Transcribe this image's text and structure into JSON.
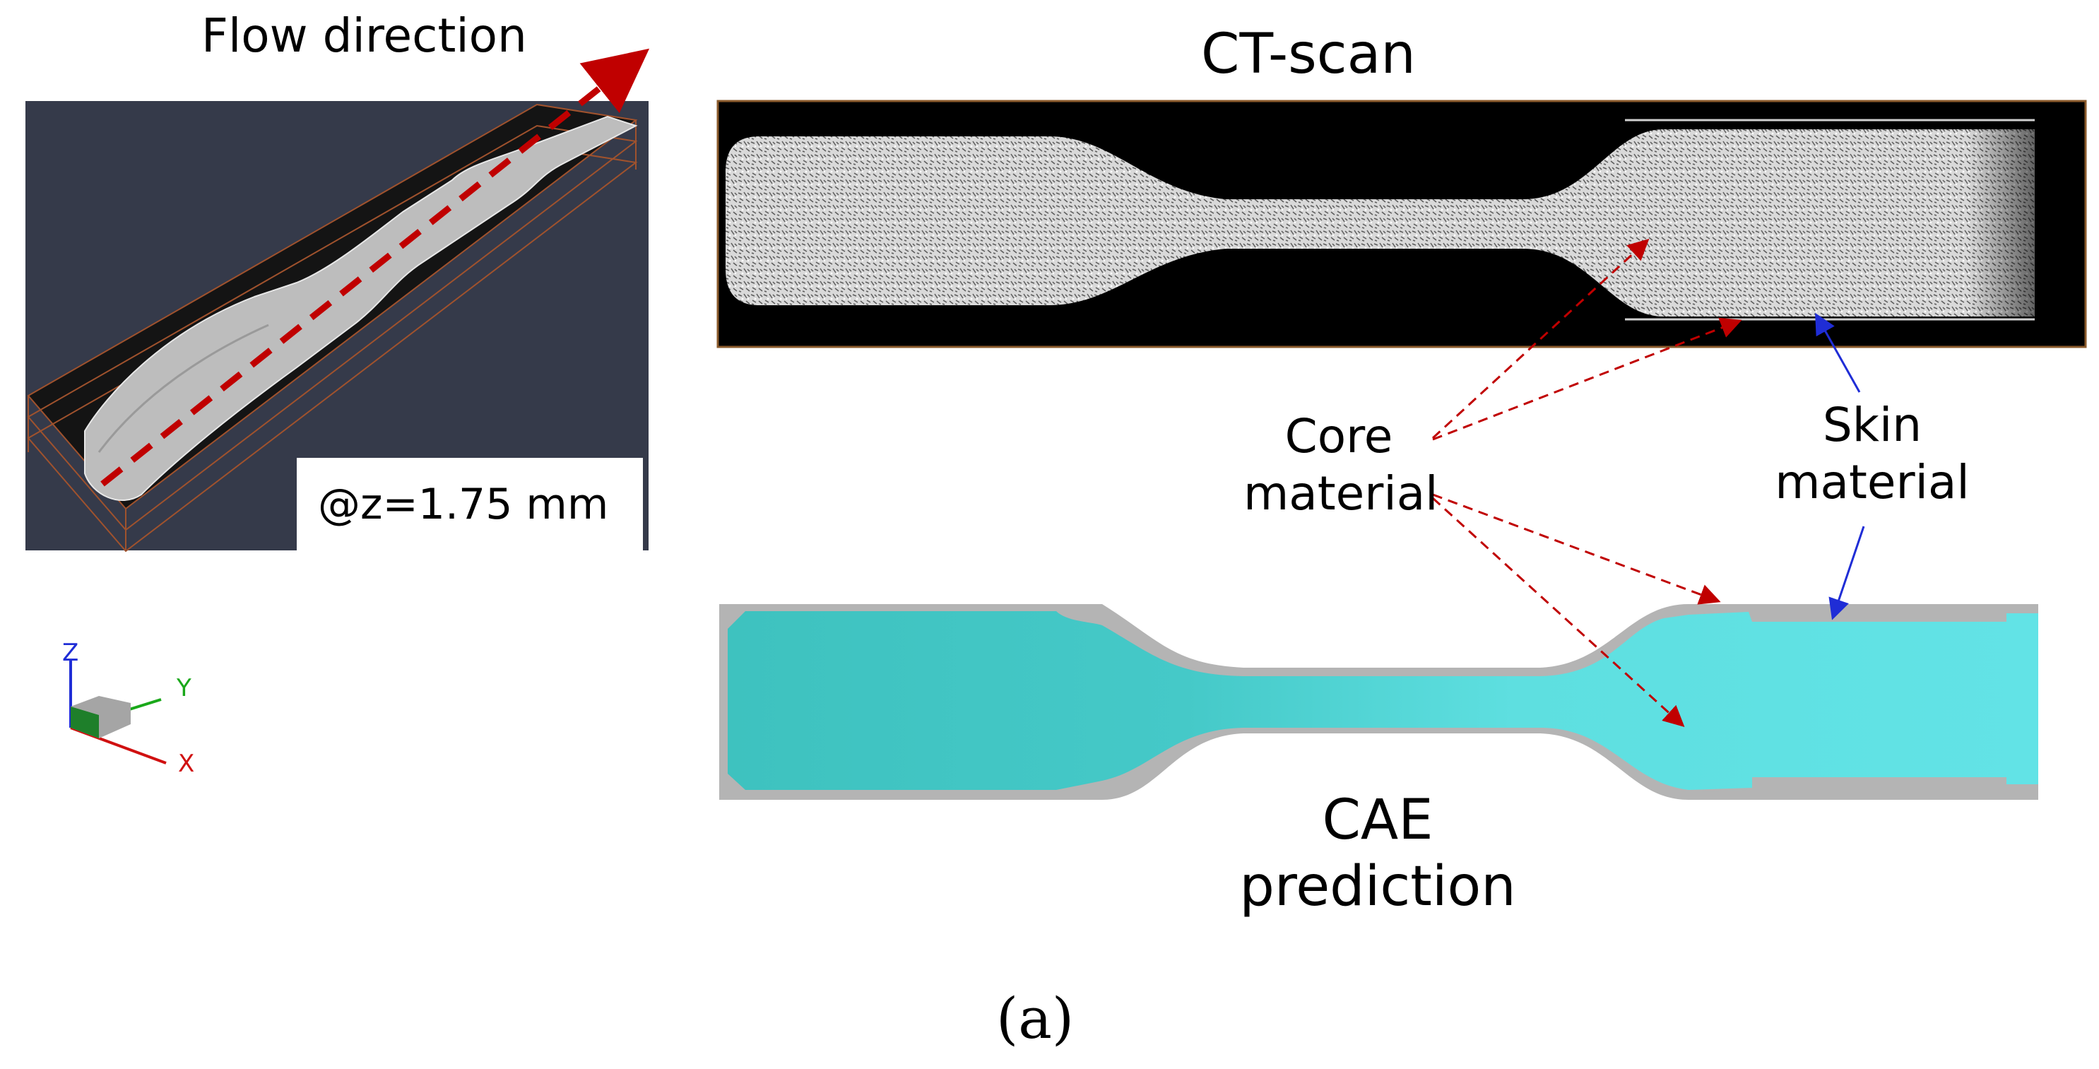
{
  "figure": {
    "flow_direction_label": "Flow direction",
    "z_value_label": "@z=1.75 mm",
    "ct_scan_title": "CT-scan",
    "core_material_label": "Core material",
    "skin_material_label": "Skin material",
    "cae_title": "CAE prediction",
    "caption": "(a)"
  },
  "axes_triad": {
    "z": "Z",
    "y": "Y",
    "x": "X"
  },
  "colors": {
    "ct_background": "#000000",
    "render_background": "#353a4a",
    "cae_core": "#4fd5d9",
    "cae_skin": "#b4b4b4",
    "core_arrow": "#c00000",
    "skin_arrow": "#1f2dd6"
  }
}
